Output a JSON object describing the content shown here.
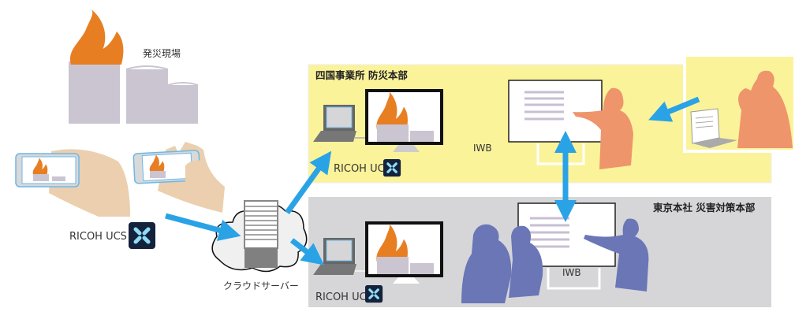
{
  "scene": {
    "disaster_site_label": "発災現場",
    "app_name": "RICOH UCS",
    "cloud_label": "クラウドサーバー",
    "shikoku_title": "四国事業所 防災本部",
    "tokyo_title": "東京本社 災害対策本部",
    "iwb_label": "IWB"
  },
  "colors": {
    "flame": "#e87e22",
    "tank": "#cbc5d2",
    "arrow": "#2aa3e6",
    "yellow_panel": "#fbf39a",
    "gray_panel": "#d6d6d8",
    "orange_person": "#ee956c",
    "blue_person": "#6a76b6",
    "skin": "#ebcfae",
    "app_icon": "#15223c"
  }
}
